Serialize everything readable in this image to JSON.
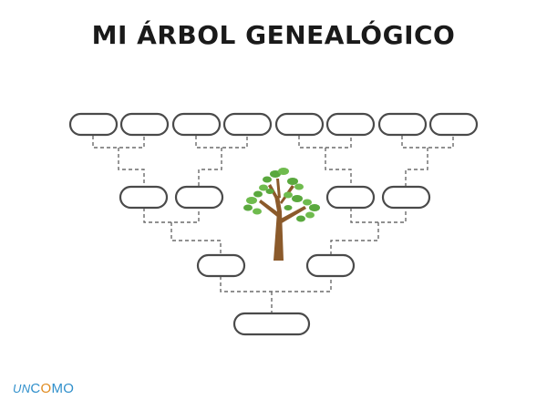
{
  "title": "MI ÁRBOL GENEALÓGICO",
  "brand": {
    "prefix": "UN",
    "c": "C",
    "o": "O",
    "rest": "MO"
  },
  "colors": {
    "slot_border": "#4a4a4a",
    "connector": "#6b6b6b",
    "brand_blue": "#2f8fcb",
    "brand_orange": "#e08a1e",
    "leaf": "#5aa83e",
    "trunk": "#8b5a2b"
  },
  "generations": [
    {
      "level": "great-grandparents",
      "slot_count": 8
    },
    {
      "level": "grandparents",
      "slot_count": 4
    },
    {
      "level": "parents",
      "slot_count": 2
    },
    {
      "level": "self",
      "slot_count": 1
    }
  ],
  "icon": "tree-icon"
}
